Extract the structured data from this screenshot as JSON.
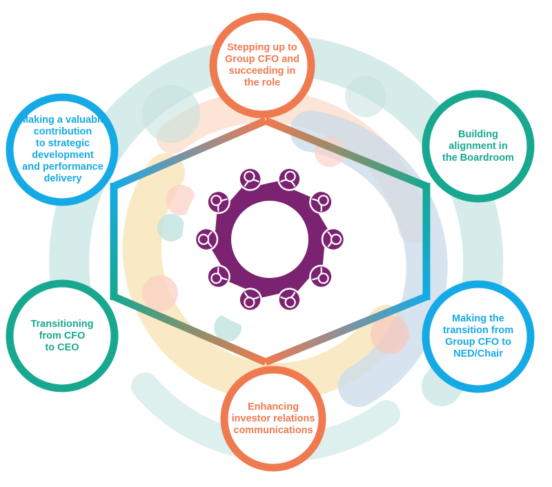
{
  "colors": {
    "orange": "#f07a50",
    "teal": "#17a88f",
    "blue": "#15aae6",
    "purple": "#7b2371",
    "bg_teal": "#cfe9e6",
    "bg_peach": "#fbd9c4",
    "bg_yellow": "#f9e4b6",
    "bg_blue": "#c9dbe9"
  },
  "center": {
    "icon": "boardroom-table-people-icon",
    "seat_count": 10
  },
  "nodes": [
    {
      "id": "group-cfo",
      "label": "Stepping up to\nGroup CFO and\nsucceeding in\nthe role",
      "color": "orange"
    },
    {
      "id": "boardroom",
      "label": "Building\nalignment in\nthe Boardroom",
      "color": "teal"
    },
    {
      "id": "ned-chair",
      "label": "Making the\ntransition from\nGroup CFO to\nNED/Chair",
      "color": "blue"
    },
    {
      "id": "investor-relations",
      "label": "Enhancing\ninvestor relations\ncommunications",
      "color": "orange"
    },
    {
      "id": "cfo-to-ceo",
      "label": "Transitioning\nfrom CFO\nto CEO",
      "color": "teal"
    },
    {
      "id": "strategic-contribution",
      "label": "Making a valuable\ncontribution\nto strategic\ndevelopment\nand performance\ndelivery",
      "color": "blue"
    }
  ]
}
